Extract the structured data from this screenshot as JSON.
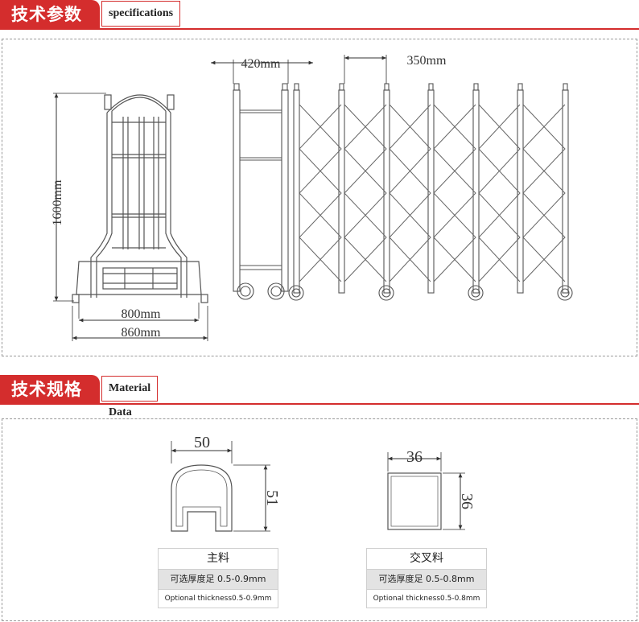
{
  "section1": {
    "title_cn": "技术参数",
    "title_en": "specifications"
  },
  "section2": {
    "title_cn": "技术规格",
    "title_en": "Material Data"
  },
  "drawing": {
    "height_label": "1600mm",
    "width_inner_label": "800mm",
    "width_outer_label": "860mm",
    "gap_420_label": "420mm",
    "gap_350_label": "350mm"
  },
  "materials": [
    {
      "dim_width": "50",
      "dim_height": "51",
      "name": "主料",
      "thickness_cn": "可选厚度足 0.5-0.9mm",
      "thickness_en": "Optional thickness0.5-0.9mm"
    },
    {
      "dim_width": "36",
      "dim_height": "36",
      "name": "交叉料",
      "thickness_cn": "可选厚度足 0.5-0.8mm",
      "thickness_en": "Optional thickness0.5-0.8mm"
    }
  ],
  "colors": {
    "accent": "#d42d2d",
    "line": "#555555"
  }
}
